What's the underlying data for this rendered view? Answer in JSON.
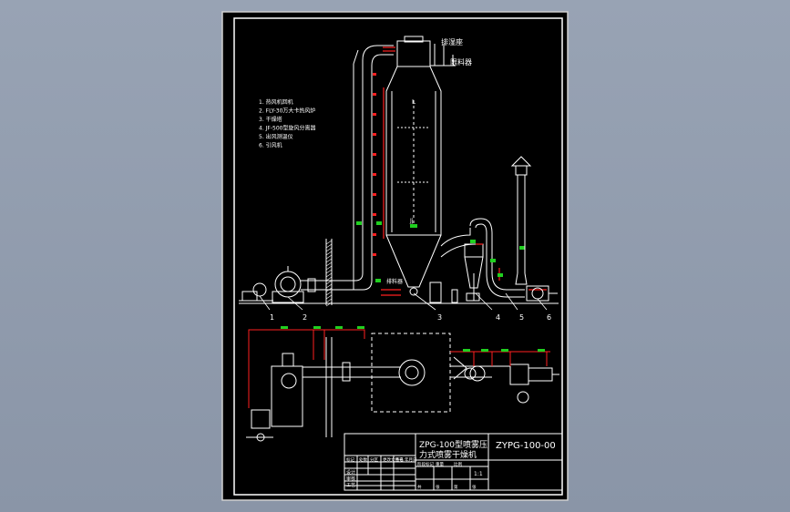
{
  "labels": {
    "top_right_1": "排湿座",
    "top_right_2": "限料器",
    "left_mark": "L",
    "mid_mark": "Jj",
    "bottom_mark": "排料器",
    "legend": [
      "1. 热风机回机",
      "2. FLY-30万大卡热风炉",
      "3. 干燥塔",
      "4. JF-500型旋风分离器",
      "5. 出风测温仪",
      "6. 引风机"
    ],
    "callouts": [
      "1",
      "2",
      "3",
      "4",
      "5",
      "6"
    ]
  },
  "title_block": {
    "title_line1": "ZPG-100型喷雾压",
    "title_line2": "力式喷雾干燥机",
    "drawing_no": "ZYPG-100-00",
    "scale": "1:1",
    "row_labels": [
      "设计",
      "审核",
      "工艺"
    ],
    "small_cells": [
      "标记",
      "处数",
      "分区",
      "更改文件号",
      "签名",
      "年月日",
      "阶段标记",
      "重量",
      "比例",
      "共",
      "张",
      "第",
      "张"
    ]
  },
  "colors": {
    "background": "#000000",
    "line": "#ffffff",
    "accent_red": "#ff2020",
    "accent_green": "#20d020",
    "frame": "#c8c8c8"
  }
}
